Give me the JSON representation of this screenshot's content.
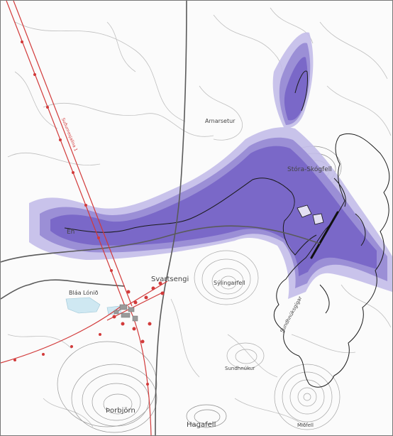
{
  "colors": {
    "lava_dark": "#7a68c8",
    "lava_mid": "#9b8fd6",
    "lava_light": "#c3bde9",
    "powerline": "#d23a3a",
    "road": "#5a5a5a",
    "contour": "#b9b9b9",
    "outline": "#1a1a1a",
    "water": "#cfe8f2"
  },
  "labels": {
    "arnarsetur": "Arnarsetur",
    "stora_skogfell": "Stóra-Skógfell",
    "svartsengi": "Svartsengi",
    "blaa_lonid": "Bláa Lónið",
    "sylingarfell": "Sýlingarfell",
    "sundhnukur": "Sundhnúkur",
    "thorbjorn": "Þorbjörn",
    "hagafell": "Hagafell",
    "midfell": "Miðfell",
    "sundhnukagigar": "Sundhnúksgígar",
    "powerline": "Suðurnesjalína 1",
    "lava_tip": "Eh"
  }
}
